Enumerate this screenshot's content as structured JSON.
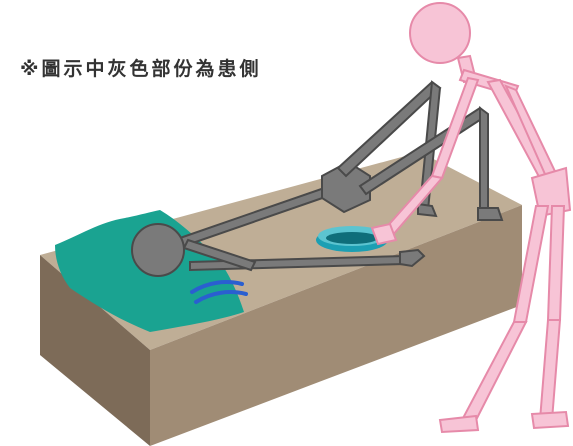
{
  "caption": "※圖示中灰色部份為患側",
  "colors": {
    "bed_top": "#bfae96",
    "bed_front": "#a08c75",
    "bed_side": "#7d6b58",
    "sheet": "#1aa391",
    "pillow_stripe": "#2a5fd0",
    "affected_limbs": "#7a7a7a",
    "affected_outline": "#4a4a4a",
    "caregiver_fill": "#f7c4d6",
    "caregiver_outline": "#e68aa9",
    "basin": "#1c9fb3"
  },
  "figures": {
    "patient": "reclining-patient-figure",
    "caregiver": "standing-caregiver-figure",
    "object": "basin-on-bed"
  }
}
